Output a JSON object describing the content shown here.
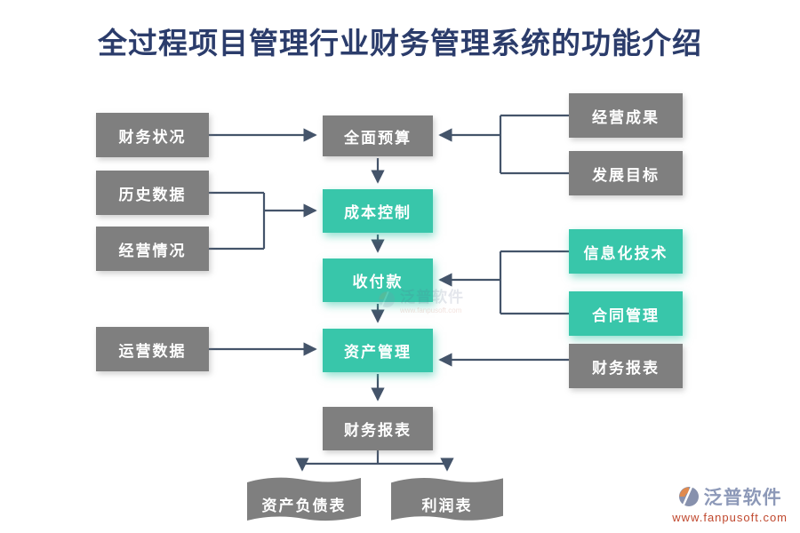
{
  "title": "全过程项目管理行业财务管理系统的功能介绍",
  "diagram": {
    "left_column": [
      "财务状况",
      "历史数据",
      "经营情况",
      "运营数据"
    ],
    "center_column": [
      "全面预算",
      "成本控制",
      "收付款",
      "资产管理",
      "财务报表"
    ],
    "right_column": [
      "经营成果",
      "发展目标",
      "信息化技术",
      "合同管理",
      "财务报表"
    ],
    "outputs": [
      "资产负债表",
      "利润表"
    ]
  },
  "colors": {
    "title": "#2b3c6b",
    "gray_node": "#7f7f7f",
    "teal_node": "#38c6aa",
    "connector": "#44546a",
    "node_text": "#ffffff",
    "logo_text": "#8d99b8",
    "logo_url": "#c0482e"
  },
  "watermark": {
    "text": "泛普软件",
    "url": "www.fanpusoft.com"
  },
  "logo": {
    "name": "泛普软件",
    "url": "www.fanpusoft.com"
  }
}
